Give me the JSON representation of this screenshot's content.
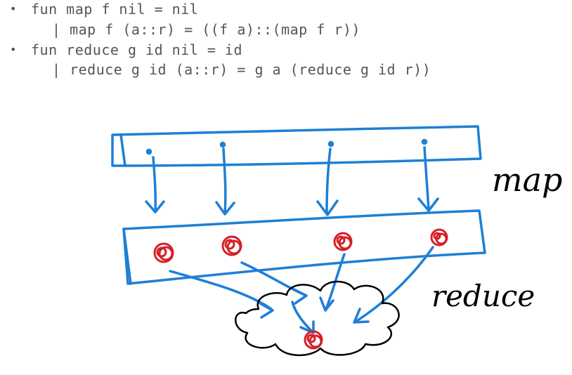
{
  "code": {
    "bullet": "•",
    "lines": [
      "fun map f nil = nil",
      "| map f (a::r) = ((f a)::(map f r))",
      "fun reduce g id nil = id",
      "| reduce g id (a::r) = g a (reduce g id r))"
    ]
  },
  "diagram": {
    "labels": {
      "map": "map",
      "reduce": "reduce"
    },
    "colors": {
      "ink_blue": "#1e7fd6",
      "ink_red": "#d61f26",
      "ink_black": "#000000",
      "code_gray": "#555555"
    },
    "input_dots": 4,
    "mapped_elements": 4,
    "reduced_result": 1
  }
}
